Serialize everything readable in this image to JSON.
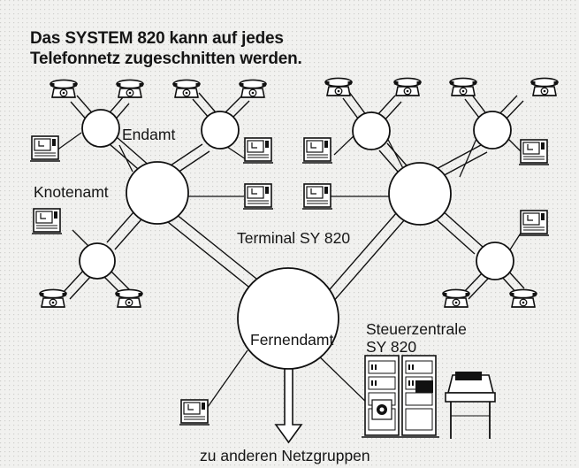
{
  "headline": {
    "line1": "Das SYSTEM 820 kann auf jedes",
    "line2": "Telefonnetz zugeschnitten werden."
  },
  "labels": {
    "endamt": "Endamt",
    "knotenamt": "Knotenamt",
    "terminal": "Terminal SY 820",
    "fernendamt": "Fernendamt",
    "steuerzentrale_line1": "Steuerzentrale",
    "steuerzentrale_line2": "SY 820",
    "netzgruppen": "zu anderen Netzgruppen"
  },
  "colors": {
    "paper": "#f1f1ef",
    "ink": "#151515",
    "halftone": "#cfcfcc"
  },
  "icons": [
    "telephone-icon",
    "terminal-icon",
    "steuerzentrale-cabinet-icon",
    "printer-icon",
    "down-arrow-icon"
  ]
}
